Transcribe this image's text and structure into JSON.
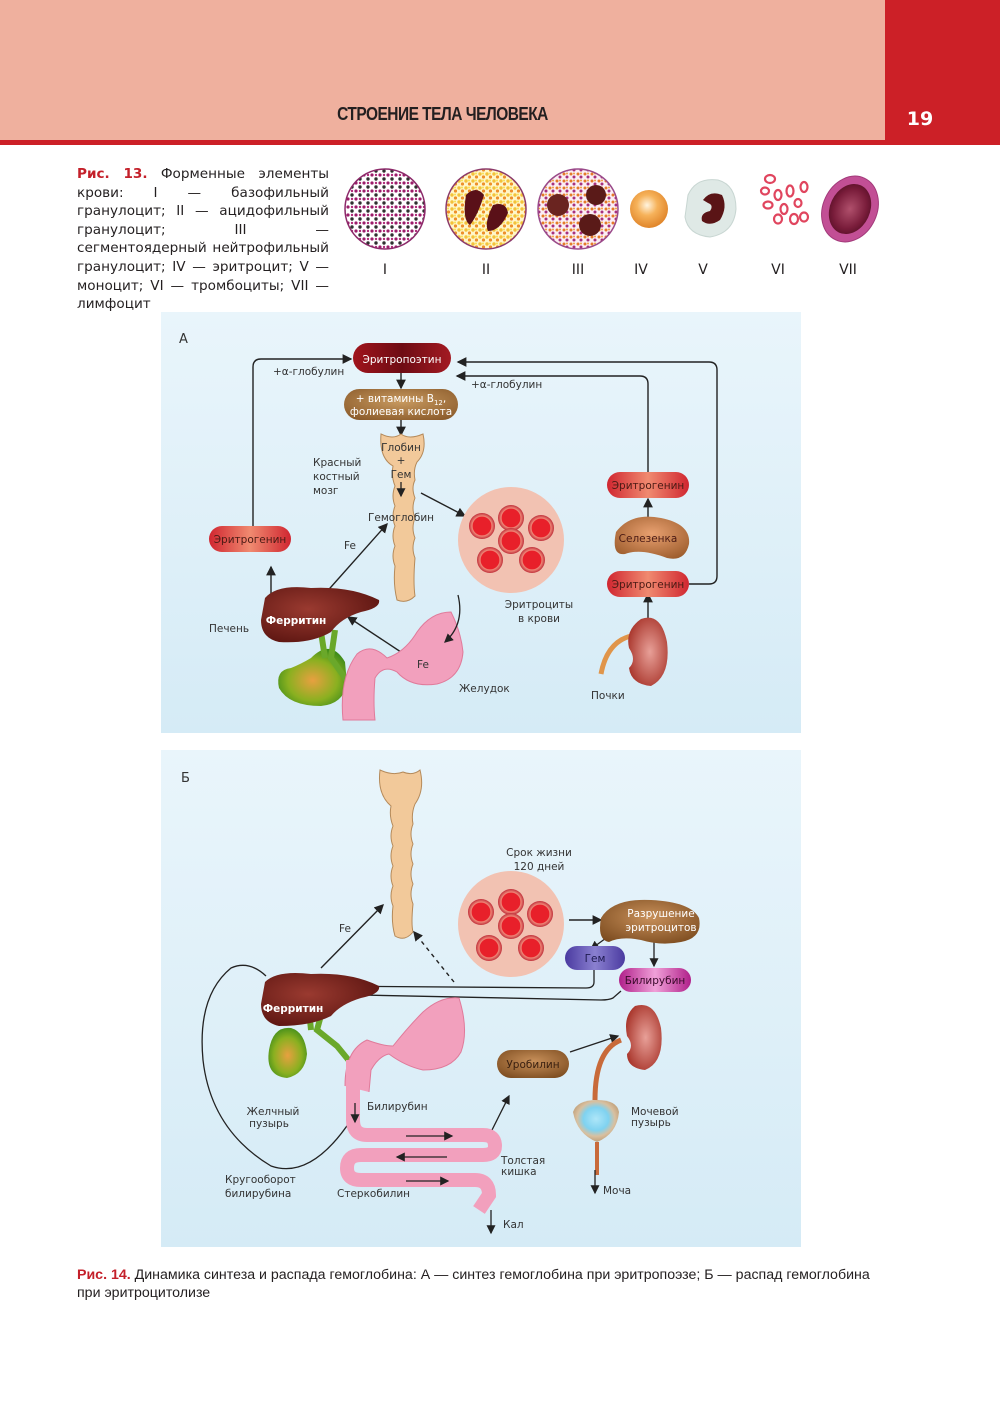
{
  "header": {
    "running_title": "СТРОЕНИЕ ТЕЛА ЧЕЛОВЕКА",
    "page_number": "19",
    "colors": {
      "band": "#efb09e",
      "accent": "#cc2027"
    }
  },
  "figure13": {
    "label": "Рис. 13.",
    "caption": " Форменные элементы крови: I — базофильный гранулоцит; II — ацидофильный гранулоцит; III — сегментоядерный нейтрофильный гранулоцит; IV — эритроцит; V — моноцит; VI — тромбоциты; VII — лимфоцит",
    "cells": [
      {
        "numeral": "I",
        "name": "базофильный гранулоцит"
      },
      {
        "numeral": "II",
        "name": "ацидофильный гранулоцит"
      },
      {
        "numeral": "III",
        "name": "сегментоядерный нейтрофильный гранулоцит"
      },
      {
        "numeral": "IV",
        "name": "эритроцит"
      },
      {
        "numeral": "V",
        "name": "моноцит"
      },
      {
        "numeral": "VI",
        "name": "тромбоциты"
      },
      {
        "numeral": "VII",
        "name": "лимфоцит"
      }
    ]
  },
  "panelA": {
    "letter": "А",
    "erythropoietin": "Эритропоэтин",
    "alpha_globulin_left": "+α-глобулин",
    "alpha_globulin_right": "+α-глобулин",
    "vitamins_line1": "+ витамины B",
    "vitamins_sub": "12",
    "vitamins_comma": ",",
    "vitamins_line2": "фолиевая кислота",
    "globin": "Глобин",
    "plus": "+",
    "heme": "Гем",
    "bone_marrow": [
      "Красный",
      "костный",
      "мозг"
    ],
    "hemoglobin": "Гемоглобин",
    "erythrogenin_left": "Эритрогенин",
    "fe_liver": "Fe",
    "liver_label": "Печень",
    "ferritin": "Ферритин",
    "fe_stomach": "Fe",
    "stomach": "Желудок",
    "rbc_label": [
      "Эритроциты",
      "в крови"
    ],
    "erythrogenin_top": "Эритрогенин",
    "spleen": "Селезенка",
    "erythrogenin_bottom": "Эритрогенин",
    "kidneys": "Почки"
  },
  "panelB": {
    "letter": "Б",
    "fe": "Fe",
    "lifespan": [
      "Срок жизни",
      "120 дней"
    ],
    "destruction": [
      "Разрушение",
      "эритроцитов"
    ],
    "heme": "Гем",
    "bilirubin_box": "Билирубин",
    "ferritin": "Ферритин",
    "gallbladder": [
      "Желчный",
      "пузырь"
    ],
    "bilirubin": "Билирубин",
    "urobilin": "Уробилин",
    "bladder": [
      "Мочевой",
      "пузырь"
    ],
    "colon": [
      "Толстая",
      "кишка"
    ],
    "circulation": [
      "Кругооборот",
      "билирубина"
    ],
    "stercobilin": "Стеркобилин",
    "feces": "Кал",
    "urine": "Моча"
  },
  "figure14": {
    "label": "Рис. 14.",
    "caption": " Динамика синтеза и распада гемоглобина: А — синтез гемоглобина при эритропоэзе; Б — распад гемоглобина при эритроцитолизе"
  }
}
